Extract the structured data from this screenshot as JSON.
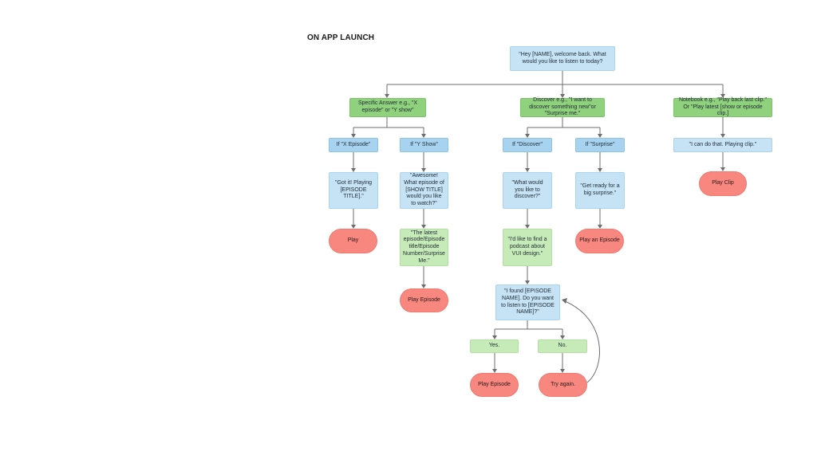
{
  "title": "ON APP LAUNCH",
  "nodes": {
    "greet": "\"Hey [NAME], welcome back. What would you like to listen to today?",
    "specific": "Specific Answer e.g., \"X episode\" or \"Y show\"",
    "discover": "Discover e.g., \"I want to discover something new\"or \"Surprise me.\"",
    "notebook": "Notebook e.g., \"Play back last clip.\" Or \"Play latest [show or episode clip.]",
    "if_x": "If \"X Episode\"",
    "if_y": "If \"Y Show\"",
    "if_discover": "If \"Discover\"",
    "if_surprise": "If \"Surprise\"",
    "can_do": "\"I can do that. Playing clip.\"",
    "got_it": "\"Got it! Playing [EPISODE TITLE].\"",
    "awesome": "\"Awesome! What episode of [SHOW TITLE] would you like to watch?\"",
    "what_discover": "\"What would you like to discover?\"",
    "get_ready": "\"Get ready for a big surprise.\"",
    "play_clip": "Play Clip",
    "play": "Play",
    "latest": "\"The latest episode/Episode title/Episode Number/Surprise Me.\"",
    "find_podcast": "\"I'd like to find a podcast about VUI design.\"",
    "play_an_episode": "Play an Episode",
    "play_episode_1": "Play Episode",
    "found": "\"I found [EPISODE NAME]. Do you want to listen to [EPISODE NAME]?\"",
    "yes": "Yes.",
    "no": "No.",
    "play_episode_2": "Play Episode",
    "try_again": "Try again."
  }
}
